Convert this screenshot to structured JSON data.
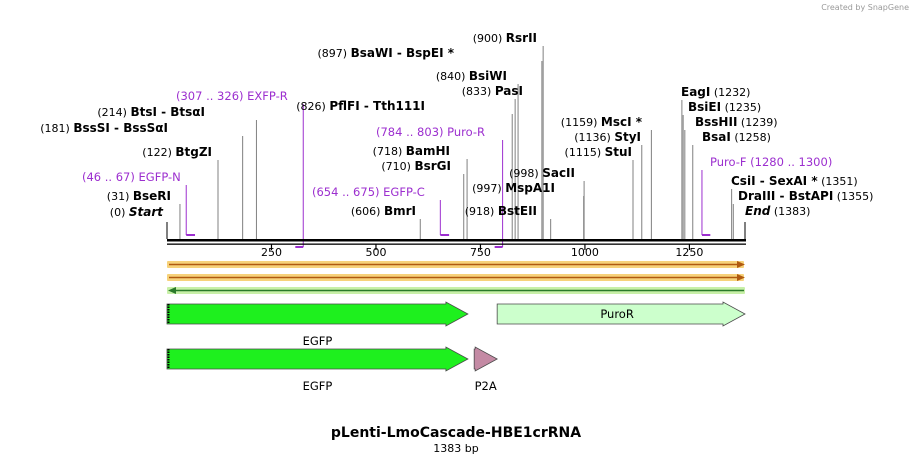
{
  "credit": "Created by SnapGene",
  "map": {
    "title": "pLenti-LmoCascade-HBE1crRNA",
    "length_label": "1383 bp",
    "length": 1383
  },
  "ruler": {
    "ticks": [
      "250",
      "500",
      "750",
      "1000",
      "1250"
    ],
    "tick_values": [
      250,
      500,
      750,
      1000,
      1250
    ]
  },
  "enzymes": [
    {
      "pos_label": "(0)",
      "name": "Start",
      "pos": 0,
      "special": true
    },
    {
      "pos_label": "(31)",
      "name": "BseRI",
      "pos": 31
    },
    {
      "pos_label": "(122)",
      "name": "BtgZI",
      "pos": 122
    },
    {
      "pos_label": "(181)",
      "name": "BssSI  -  BssSαI",
      "pos": 181
    },
    {
      "pos_label": "(214)",
      "name": "BtsI  -  BtsαI",
      "pos": 214
    },
    {
      "pos_label": "(606)",
      "name": "BmrI",
      "pos": 606
    },
    {
      "pos_label": "(710)",
      "name": "BsrGI",
      "pos": 710
    },
    {
      "pos_label": "(718)",
      "name": "BamHI",
      "pos": 718
    },
    {
      "pos_label": "(826)",
      "name": "PflFI  -  Tth111I",
      "pos": 826
    },
    {
      "pos_label": "(833)",
      "name": "PasI",
      "pos": 833
    },
    {
      "pos_label": "(840)",
      "name": "BsiWI",
      "pos": 840
    },
    {
      "pos_label": "(897)",
      "name": "BsaWI  -  BspEI *",
      "pos": 897
    },
    {
      "pos_label": "(900)",
      "name": "RsrII",
      "pos": 900
    },
    {
      "pos_label": "(918)",
      "name": "BstEII",
      "pos": 918
    },
    {
      "pos_label": "(997)",
      "name": "MspA1I",
      "pos": 997
    },
    {
      "pos_label": "(998)",
      "name": "SacII",
      "pos": 998
    },
    {
      "pos_label": "(1115)",
      "name": "StuI",
      "pos": 1115
    },
    {
      "pos_label": "(1136)",
      "name": "StyI",
      "pos": 1136
    },
    {
      "pos_label": "(1159)",
      "name": "MscI *",
      "pos": 1159
    },
    {
      "pos_label": "(1232)",
      "name": "EagI",
      "pos": 1232
    },
    {
      "pos_label": "(1235)",
      "name": "BsiEI",
      "pos": 1235
    },
    {
      "pos_label": "(1239)",
      "name": "BssHII",
      "pos": 1239
    },
    {
      "pos_label": "(1258)",
      "name": "BsaI",
      "pos": 1258
    },
    {
      "pos_label": "(1351)",
      "name": "CsiI  -  SexAI *",
      "pos": 1351
    },
    {
      "pos_label": "(1355)",
      "name": "DraIII  -  BstAPI",
      "pos": 1355
    },
    {
      "pos_label": "(1383)",
      "name": "End",
      "pos": 1383,
      "special": true
    }
  ],
  "primers": [
    {
      "range": "(46 .. 67)",
      "name": "EGFP-N",
      "start": 46,
      "end": 67,
      "strand": "forward"
    },
    {
      "range": "(307 .. 326)",
      "name": "EXFP-R",
      "start": 307,
      "end": 326,
      "strand": "reverse"
    },
    {
      "range": "(654 .. 675)",
      "name": "EGFP-C",
      "start": 654,
      "end": 675,
      "strand": "forward"
    },
    {
      "range": "(784 .. 803)",
      "name": "Puro-R",
      "start": 784,
      "end": 803,
      "strand": "reverse"
    },
    {
      "range": "(1280 .. 1300)",
      "name": "Puro-F",
      "start": 1280,
      "end": 1300,
      "strand": "forward"
    }
  ],
  "features": [
    {
      "name": "EGFP",
      "start": 0,
      "end": 720,
      "color": "#1ef01e",
      "row": 1
    },
    {
      "name": "PuroR",
      "start": 790,
      "end": 1383,
      "color": "#ccffcc",
      "row": 1
    },
    {
      "name": "EGFP",
      "start": 0,
      "end": 720,
      "color": "#1ef01e",
      "row": 2
    },
    {
      "name": "P2A",
      "start": 735,
      "end": 790,
      "color": "#c48aa4",
      "row": 2
    }
  ],
  "colors": {
    "orange_strand": "#f0a020",
    "green_strand": "#8ee080",
    "primer": "#9c2fcf",
    "enzyme_line": "#808080"
  }
}
